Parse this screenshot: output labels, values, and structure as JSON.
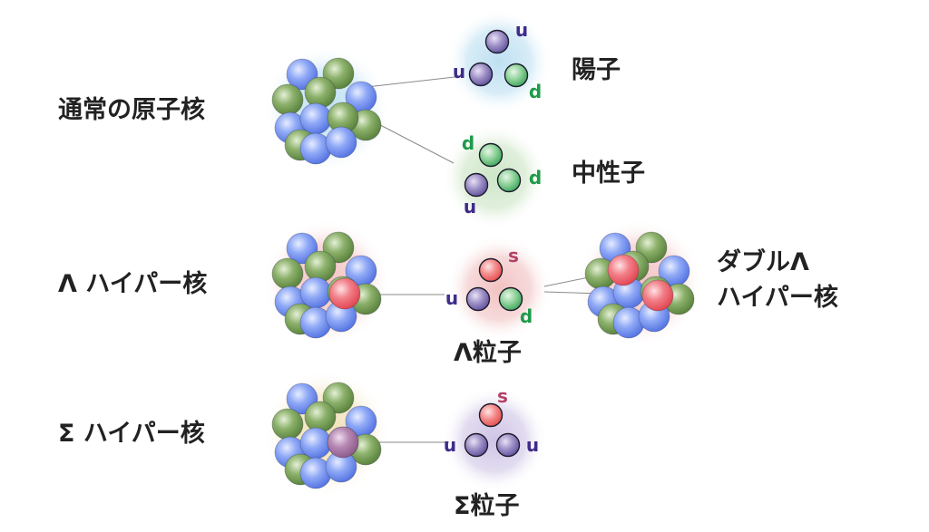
{
  "labels": {
    "normal_nucleus": "通常の原子核",
    "proton": "陽子",
    "neutron": "中性子",
    "lambda_hypernucleus": "Λ ハイパー核",
    "lambda_particle": "Λ粒子",
    "double_lambda_line1": "ダブルΛ",
    "double_lambda_line2": "ハイパー核",
    "sigma_hypernucleus": "Σ ハイパー核",
    "sigma_particle": "Σ粒子"
  },
  "quarks": {
    "proton": [
      "u",
      "u",
      "d"
    ],
    "neutron": [
      "d",
      "d",
      "u"
    ],
    "lambda": [
      "s",
      "u",
      "d"
    ],
    "sigma": [
      "s",
      "u",
      "u"
    ]
  },
  "colors": {
    "proton_ball": "#6f8ef0",
    "neutron_ball": "#6f9a4e",
    "lambda_ball": "#ef5b66",
    "sigma_ball": "#9a6a9a",
    "u_quark": "#5b4a9a",
    "d_quark": "#2aa35a",
    "s_quark": "#c05a7a",
    "u_text": "#3f2b8a",
    "d_text": "#1e9a4a",
    "s_text": "#b5406a",
    "halo_normal": "#cfe6f4",
    "halo_neutron": "#d9ecd5",
    "halo_lambda": "#f4cfcf",
    "halo_sigma": "#ddd5ec",
    "halo_sigma_nucleus": "#f0e6c8"
  }
}
